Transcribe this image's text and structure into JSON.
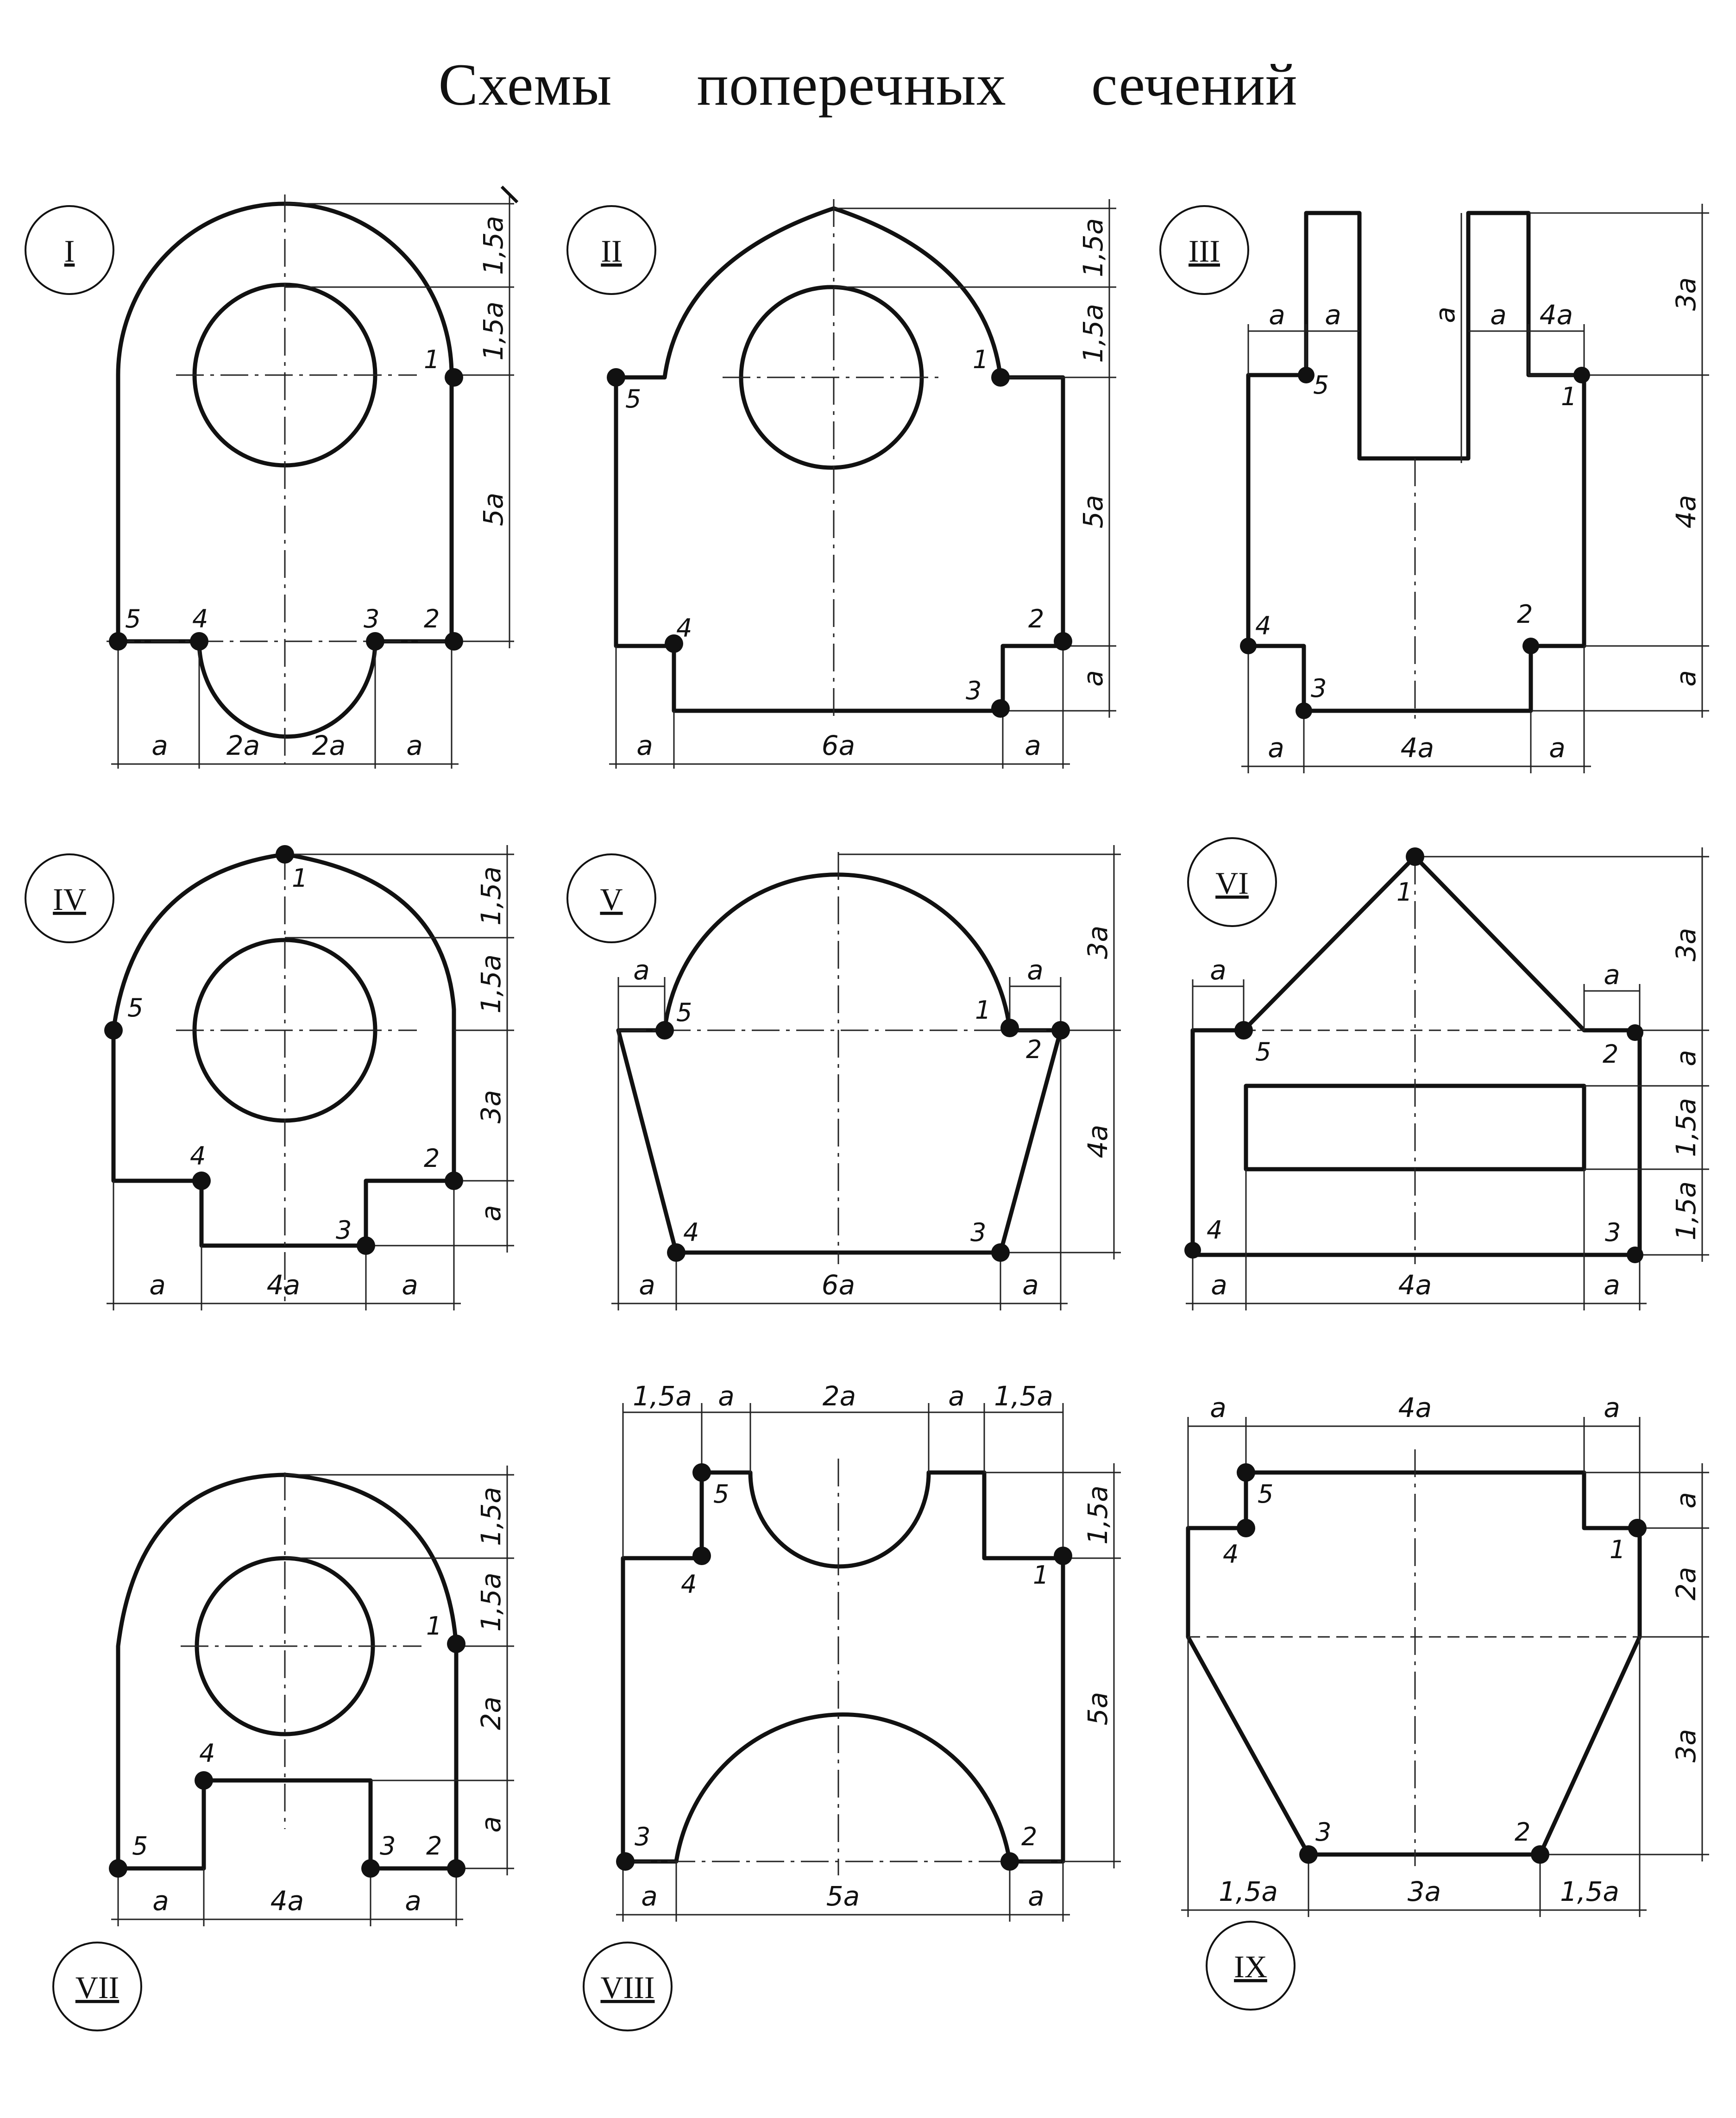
{
  "title": "Схемы поперечных сечений",
  "schemes": [
    {
      "id": "I",
      "numeral": "I",
      "points": [
        "1",
        "2",
        "3",
        "4",
        "5"
      ],
      "dims": [
        "1,5a",
        "1,5a",
        "5a",
        "a",
        "2a",
        "2a",
        "a"
      ]
    },
    {
      "id": "II",
      "numeral": "II",
      "points": [
        "1",
        "2",
        "3",
        "4",
        "5"
      ],
      "dims": [
        "1,5a",
        "1,5a",
        "5a",
        "a",
        "a",
        "6a",
        "a"
      ]
    },
    {
      "id": "III",
      "numeral": "III",
      "points": [
        "1",
        "2",
        "3",
        "4",
        "5"
      ],
      "dims": [
        "3a",
        "4a",
        "a",
        "a",
        "a",
        "a",
        "4a",
        "a",
        "a",
        "4a",
        "a"
      ]
    },
    {
      "id": "IV",
      "numeral": "IV",
      "points": [
        "1",
        "2",
        "3",
        "4",
        "5"
      ],
      "dims": [
        "1,5a",
        "1,5a",
        "3a",
        "a",
        "a",
        "4a",
        "a"
      ]
    },
    {
      "id": "V",
      "numeral": "V",
      "points": [
        "1",
        "2",
        "3",
        "4",
        "5"
      ],
      "dims": [
        "3a",
        "4a",
        "a",
        "a",
        "a",
        "6a",
        "a"
      ]
    },
    {
      "id": "VI",
      "numeral": "VI",
      "points": [
        "1",
        "2",
        "3",
        "4",
        "5"
      ],
      "dims": [
        "3a",
        "a",
        "1,5a",
        "1,5a",
        "a",
        "a",
        "a",
        "4a",
        "a"
      ]
    },
    {
      "id": "VII",
      "numeral": "VII",
      "points": [
        "1",
        "2",
        "3",
        "4",
        "5"
      ],
      "dims": [
        "1,5a",
        "1,5a",
        "2a",
        "a",
        "a",
        "4a",
        "a"
      ]
    },
    {
      "id": "VIII",
      "numeral": "VIII",
      "points": [
        "1",
        "2",
        "3",
        "4",
        "5"
      ],
      "dims": [
        "1,5a",
        "a",
        "2a",
        "a",
        "1,5a",
        "1,5a",
        "5a",
        "a",
        "5a",
        "a"
      ]
    },
    {
      "id": "IX",
      "numeral": "IX",
      "points": [
        "1",
        "2",
        "3",
        "4",
        "5"
      ],
      "dims": [
        "a",
        "4a",
        "a",
        "a",
        "2a",
        "3a",
        "1,5a",
        "3a",
        "1,5a"
      ]
    }
  ]
}
